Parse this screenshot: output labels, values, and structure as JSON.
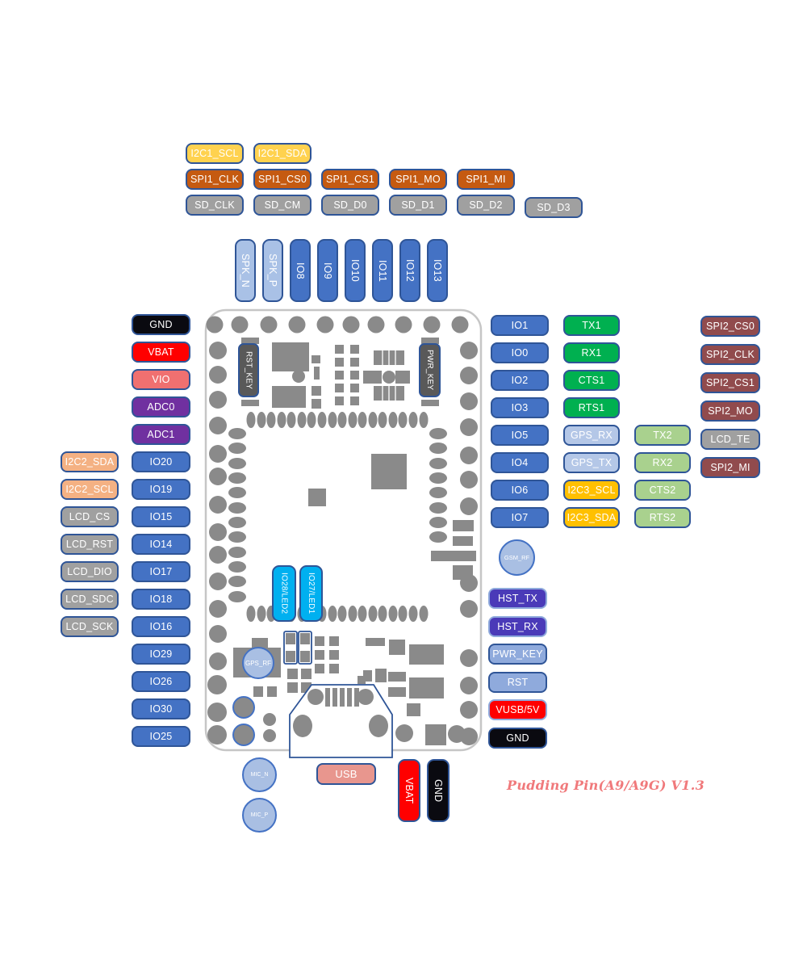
{
  "title": "Pudding Pin(A9/A9G) V1.3",
  "colors": {
    "blue": "#4472C4",
    "navy": "#2F5597",
    "light-blue": "#A9C1E6",
    "pale-blue": "#B4C7E7",
    "sky-blue": "#8FAADC",
    "circle-blue": "#A9BFE3",
    "yellow": "#FFD24F",
    "gold": "#FFC000",
    "orange": "#C55A11",
    "peach": "#F4B183",
    "gray": "#A0A0A0",
    "green": "#00B050",
    "light-green": "#A9D18E",
    "maroon": "#914B4D",
    "purple": "#7030A0",
    "indigo": "#4A3AB8",
    "red": "#FF0000",
    "salmon": "#F07070",
    "black": "#0A0A10",
    "cyan": "#00B0F0",
    "usb-salmon": "#E8968E",
    "btn-gray": "#595959",
    "pad-gray": "#8A8A8A",
    "title-red": "#F0797B",
    "board-border": "#C6C6C6",
    "light-border": "#8FAADC"
  },
  "pins": {
    "top_row_i2c1": [
      {
        "label": "I2C1_SCL",
        "type": "yellow"
      },
      {
        "label": "I2C1_SDA",
        "type": "yellow"
      }
    ],
    "top_row_spi1": [
      {
        "label": "SPI1_CLK",
        "type": "orange"
      },
      {
        "label": "SPI1_CS0",
        "type": "orange"
      },
      {
        "label": "SPI1_CS1",
        "type": "orange"
      },
      {
        "label": "SPI1_MO",
        "type": "orange"
      },
      {
        "label": "SPI1_MI",
        "type": "orange"
      }
    ],
    "top_row_sd": [
      {
        "label": "SD_CLK",
        "type": "gray"
      },
      {
        "label": "SD_CM",
        "type": "gray"
      },
      {
        "label": "SD_D0",
        "type": "gray"
      },
      {
        "label": "SD_D1",
        "type": "gray"
      },
      {
        "label": "SD_D2",
        "type": "gray"
      },
      {
        "label": "SD_D3",
        "type": "gray"
      }
    ],
    "top_vertical": [
      {
        "label": "SPK_N",
        "type": "lightblue"
      },
      {
        "label": "SPK_P",
        "type": "lightblue"
      },
      {
        "label": "IO8",
        "type": "blue"
      },
      {
        "label": "IO9",
        "type": "blue"
      },
      {
        "label": "IO10",
        "type": "blue"
      },
      {
        "label": "IO11",
        "type": "blue"
      },
      {
        "label": "IO12",
        "type": "blue"
      },
      {
        "label": "IO13",
        "type": "blue"
      }
    ],
    "left_outer": [
      {
        "label": "I2C2_SDA",
        "type": "peach"
      },
      {
        "label": "I2C2_SCL",
        "type": "peach"
      },
      {
        "label": "LCD_CS",
        "type": "gray"
      },
      {
        "label": "LCD_RST",
        "type": "gray"
      },
      {
        "label": "LCD_DIO",
        "type": "gray"
      },
      {
        "label": "LCD_SDC",
        "type": "gray"
      },
      {
        "label": "LCD_SCK",
        "type": "gray"
      }
    ],
    "left_main": [
      {
        "label": "GND",
        "type": "black"
      },
      {
        "label": "VBAT",
        "type": "red"
      },
      {
        "label": "VIO",
        "type": "salmon"
      },
      {
        "label": "ADC0",
        "type": "purple"
      },
      {
        "label": "ADC1",
        "type": "purple"
      },
      {
        "label": "IO20",
        "type": "blue"
      },
      {
        "label": "IO19",
        "type": "blue"
      },
      {
        "label": "IO15",
        "type": "blue"
      },
      {
        "label": "IO14",
        "type": "blue"
      },
      {
        "label": "IO17",
        "type": "blue"
      },
      {
        "label": "IO18",
        "type": "blue"
      },
      {
        "label": "IO16",
        "type": "blue"
      },
      {
        "label": "IO29",
        "type": "blue"
      },
      {
        "label": "IO26",
        "type": "blue"
      },
      {
        "label": "IO30",
        "type": "blue"
      },
      {
        "label": "IO25",
        "type": "blue"
      }
    ],
    "right_io": [
      {
        "label": "IO1",
        "type": "blue"
      },
      {
        "label": "IO0",
        "type": "blue"
      },
      {
        "label": "IO2",
        "type": "blue"
      },
      {
        "label": "IO3",
        "type": "blue"
      },
      {
        "label": "IO5",
        "type": "blue"
      },
      {
        "label": "IO4",
        "type": "blue"
      },
      {
        "label": "IO6",
        "type": "blue"
      },
      {
        "label": "IO7",
        "type": "blue"
      }
    ],
    "right_uart1": [
      {
        "label": "TX1",
        "type": "green"
      },
      {
        "label": "RX1",
        "type": "green"
      },
      {
        "label": "CTS1",
        "type": "green"
      },
      {
        "label": "RTS1",
        "type": "green"
      },
      {
        "label": "GPS_RX",
        "type": "paleblue"
      },
      {
        "label": "GPS_TX",
        "type": "paleblue"
      },
      {
        "label": "I2C3_SCL",
        "type": "gold"
      },
      {
        "label": "I2C3_SDA",
        "type": "gold"
      }
    ],
    "right_uart2": [
      {
        "label": "TX2",
        "type": "lightgreen"
      },
      {
        "label": "RX2",
        "type": "lightgreen"
      },
      {
        "label": "CTS2",
        "type": "lightgreen"
      },
      {
        "label": "RTS2",
        "type": "lightgreen"
      }
    ],
    "right_spi2": [
      {
        "label": "SPI2_CS0",
        "type": "maroon"
      },
      {
        "label": "SPI2_CLK",
        "type": "maroon"
      },
      {
        "label": "SPI2_CS1",
        "type": "maroon"
      },
      {
        "label": "SPI2_MO",
        "type": "maroon"
      },
      {
        "label": "LCD_TE",
        "type": "gray"
      },
      {
        "label": "SPI2_MI",
        "type": "maroon"
      }
    ],
    "right_bottom": [
      {
        "label": "HST_TX",
        "type": "indigo"
      },
      {
        "label": "HST_RX",
        "type": "indigo"
      },
      {
        "label": "PWR_KEY",
        "type": "skyblue"
      },
      {
        "label": "RST",
        "type": "skyblue"
      },
      {
        "label": "VUSB/5V",
        "type": "redlight"
      },
      {
        "label": "GND",
        "type": "black"
      }
    ]
  },
  "bottom": {
    "usb": {
      "label": "USB"
    },
    "vbat": {
      "label": "VBAT"
    },
    "gnd": {
      "label": "GND"
    },
    "mic_n": {
      "label": "MIC_N"
    },
    "mic_p": {
      "label": "MIC_P"
    }
  },
  "board": {
    "rst_key": {
      "label": "RST_KEY"
    },
    "pwr_key": {
      "label": "PWR_KEY"
    },
    "led2": {
      "label": "IO28/LED2"
    },
    "led1": {
      "label": "IO27/LED1"
    },
    "gps_rf": {
      "label": "GPS_RF"
    },
    "gsm_rf": {
      "label": "GSM_RF"
    }
  }
}
